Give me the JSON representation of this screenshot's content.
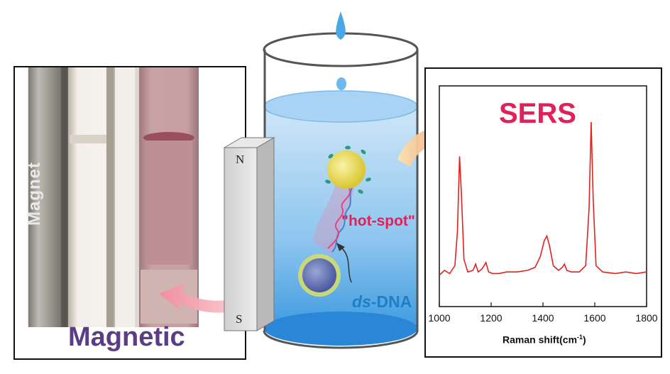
{
  "left_panel": {
    "magnet_label": "Magnet",
    "caption": "Magnetic"
  },
  "center": {
    "pole_north": "N",
    "pole_south": "S",
    "hot_spot_label": "\"hot-spot\"",
    "dna_prefix": "ds",
    "dna_suffix": "-DNA"
  },
  "right_panel": {
    "title": "SERS"
  },
  "colors": {
    "sers_text": "#e0215a",
    "magnetic_text": "#5b3d86",
    "dna_text": "#1e7fc6",
    "spectrum_line": "#e0221e"
  },
  "chart_data": {
    "type": "line",
    "title": "SERS",
    "xlabel": "Raman shift(cm-1)",
    "ylabel": "",
    "xlim": [
      1000,
      1800
    ],
    "xticks": [
      "1000",
      "1200",
      "1400",
      "1600",
      "1800"
    ],
    "series": [
      {
        "x": [
          1000,
          1020,
          1040,
          1060,
          1070,
          1078,
          1085,
          1095,
          1110,
          1130,
          1140,
          1150,
          1165,
          1180,
          1190,
          1205,
          1230,
          1260,
          1300,
          1340,
          1370,
          1390,
          1405,
          1415,
          1425,
          1440,
          1460,
          1475,
          1483,
          1492,
          1510,
          1540,
          1565,
          1578,
          1586,
          1594,
          1605,
          1630,
          1680,
          1720,
          1760,
          1800
        ],
        "y": [
          0.02,
          0.05,
          0.03,
          0.08,
          0.3,
          0.78,
          0.55,
          0.12,
          0.04,
          0.05,
          0.09,
          0.04,
          0.06,
          0.1,
          0.04,
          0.03,
          0.03,
          0.04,
          0.04,
          0.05,
          0.07,
          0.14,
          0.24,
          0.27,
          0.21,
          0.08,
          0.05,
          0.07,
          0.09,
          0.05,
          0.04,
          0.04,
          0.08,
          0.45,
          1.0,
          0.5,
          0.08,
          0.04,
          0.03,
          0.04,
          0.03,
          0.04
        ]
      }
    ]
  }
}
